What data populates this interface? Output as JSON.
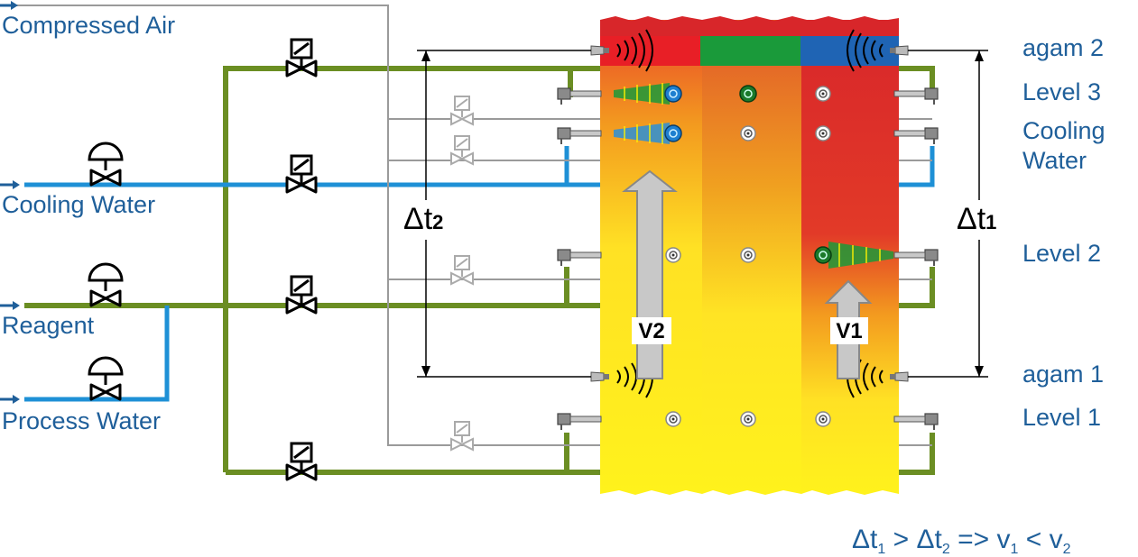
{
  "inputs": {
    "compressed_air": "Compressed Air",
    "cooling_water": "Cooling Water",
    "reagent": "Reagent",
    "process_water": "Process Water"
  },
  "right_labels": {
    "agam2": "agam 2",
    "level3": "Level 3",
    "cooling_line1": "Cooling",
    "cooling_line2": "Water",
    "level2": "Level 2",
    "agam1": "agam 1",
    "level1": "Level 1"
  },
  "delta": {
    "symbol": "Δt",
    "t1_sub": "1",
    "t2_sub": "2"
  },
  "velocity": {
    "v1": "V1",
    "v2": "V2"
  },
  "formula": {
    "d1": "Δt",
    "s1": "1",
    "gt": " > ",
    "d2": "Δt",
    "s2": "2",
    "implies": " => v",
    "s3": "1",
    "lt": " < v",
    "s4": "2"
  },
  "colors": {
    "pipe_green": "#6b8e23",
    "pipe_blue": "#1e90d6",
    "pipe_gray": "#9a9a9a",
    "label_blue": "#1f5f9a",
    "hot_red": "#e02020",
    "warm_yellow": "#fff200"
  }
}
